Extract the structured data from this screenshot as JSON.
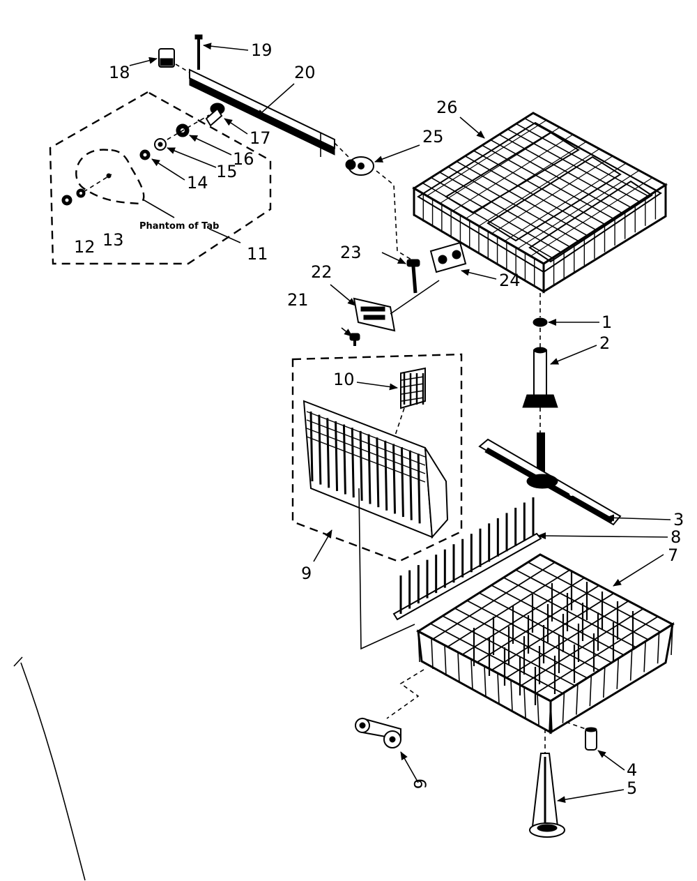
{
  "callouts": {
    "c1": "1",
    "c2": "2",
    "c3": "3",
    "c4": "4",
    "c5": "5",
    "c6": "6",
    "c7": "7",
    "c8": "8",
    "c9": "9",
    "c10": "10",
    "c11": "11",
    "c12": "12",
    "c13": "13",
    "c14": "14",
    "c15": "15",
    "c16": "16",
    "c17": "17",
    "c18": "18",
    "c19": "19",
    "c20": "20",
    "c21": "21",
    "c22": "22",
    "c23": "23",
    "c24": "24",
    "c25": "25",
    "c26": "26"
  },
  "note": "Phantom of Tab"
}
